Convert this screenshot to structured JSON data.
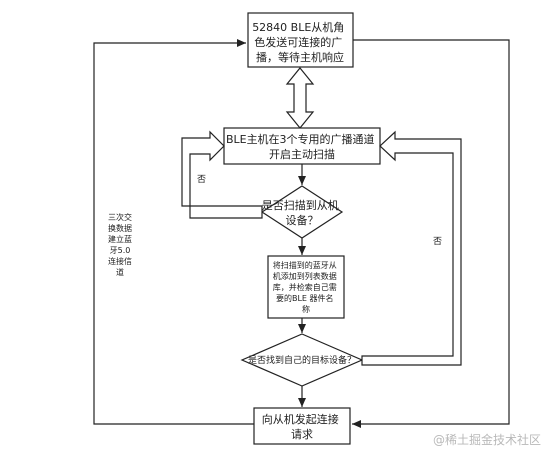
{
  "nodes": {
    "start": [
      "52840 BLE从机角",
      "色发送可连接的广",
      "播，等待主机响应"
    ],
    "scan_channels": [
      "BLE主机在3个专用的广播通道",
      "开启主动扫描"
    ],
    "found_device": [
      "是否扫描到从机",
      "设备？"
    ],
    "add_list": [
      "将扫描到的蓝牙从",
      "机添加到列表数据",
      "库，并检索自己需",
      "要的BLE 器件名",
      "称"
    ],
    "target_found": [
      "是否找到自己的目标设备？"
    ],
    "connect": [
      "向从机发起连接",
      "请求"
    ]
  },
  "edge_labels": {
    "no_left": "否",
    "no_right": "否"
  },
  "side_note": [
    "三次交",
    "换数据",
    "建立蓝",
    "牙5.0",
    "连接信",
    "道"
  ],
  "watermark": "@稀土掘金技术社区",
  "colors": {
    "stroke": "#222222",
    "fill": "#ffffff"
  }
}
